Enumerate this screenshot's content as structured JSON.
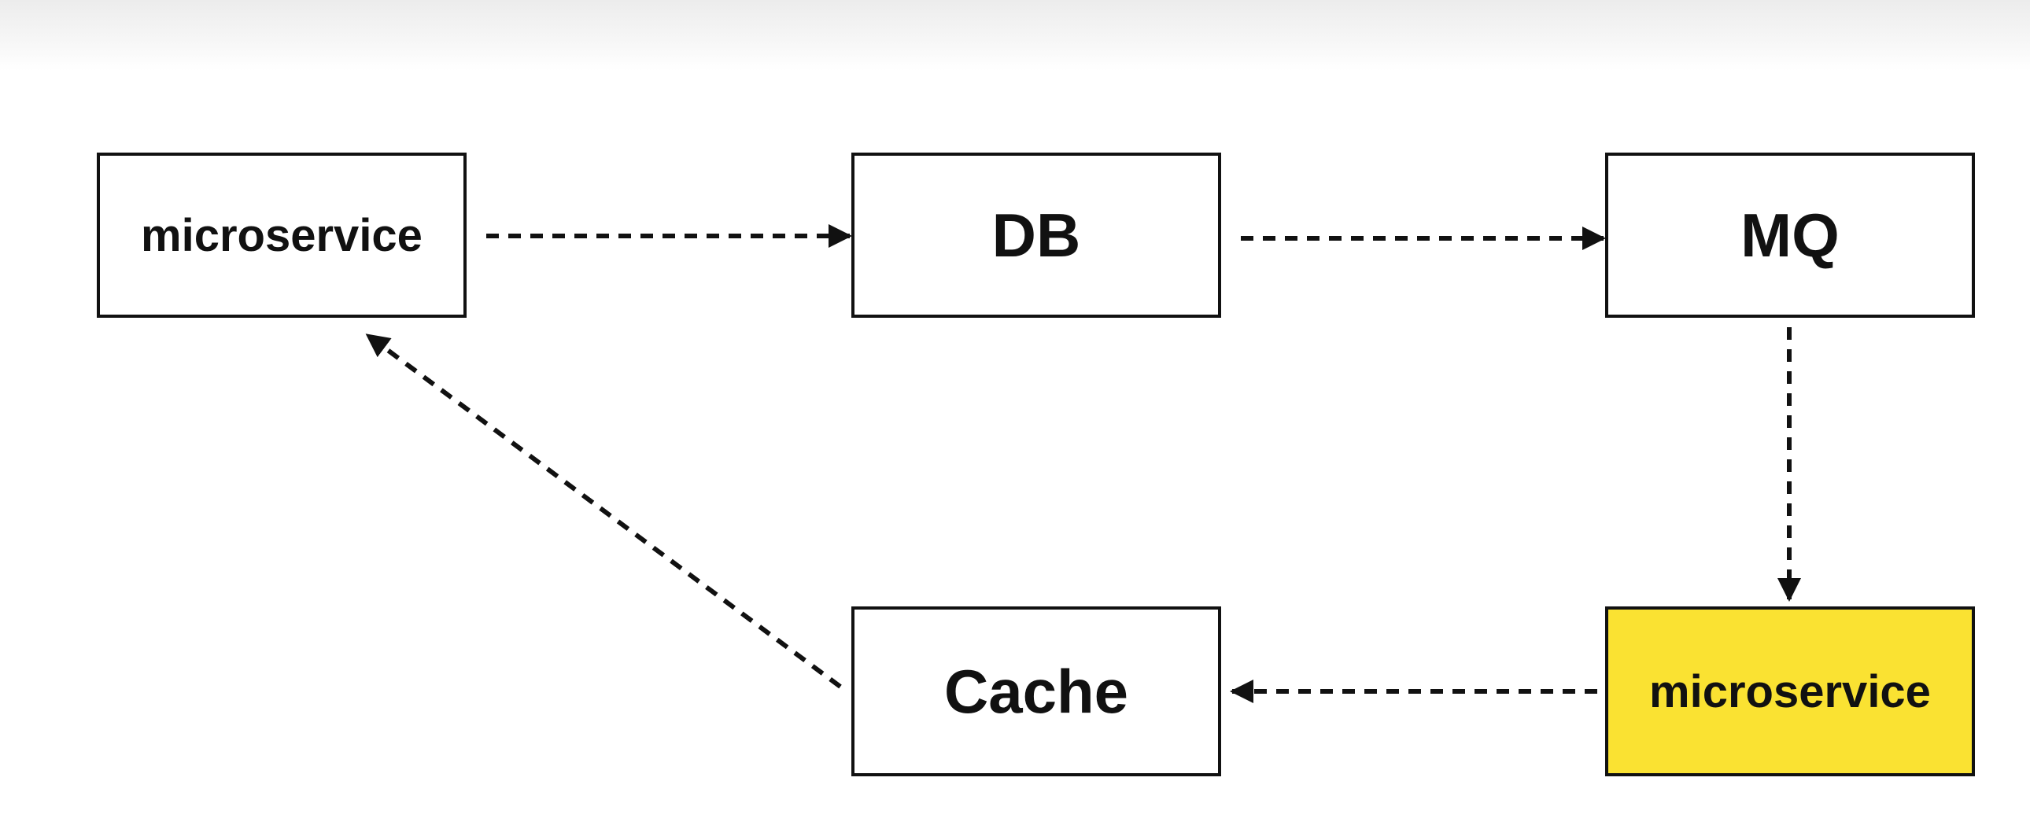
{
  "nodes": {
    "microservice_top": {
      "label": "microservice",
      "fill": "#ffffff"
    },
    "db": {
      "label": "DB",
      "fill": "#ffffff"
    },
    "mq": {
      "label": "MQ",
      "fill": "#ffffff"
    },
    "cache": {
      "label": "Cache",
      "fill": "#ffffff"
    },
    "microservice_bottom": {
      "label": "microservice",
      "fill": "#fae232"
    }
  },
  "edges": [
    {
      "from": "microservice_top",
      "to": "db",
      "style": "dashed"
    },
    {
      "from": "db",
      "to": "mq",
      "style": "dashed"
    },
    {
      "from": "mq",
      "to": "microservice_bottom",
      "style": "dashed"
    },
    {
      "from": "microservice_bottom",
      "to": "cache",
      "style": "dashed"
    },
    {
      "from": "cache",
      "to": "microservice_top",
      "style": "dashed"
    }
  ],
  "colors": {
    "stroke": "#111111",
    "highlight": "#fae232",
    "background": "#ffffff"
  }
}
